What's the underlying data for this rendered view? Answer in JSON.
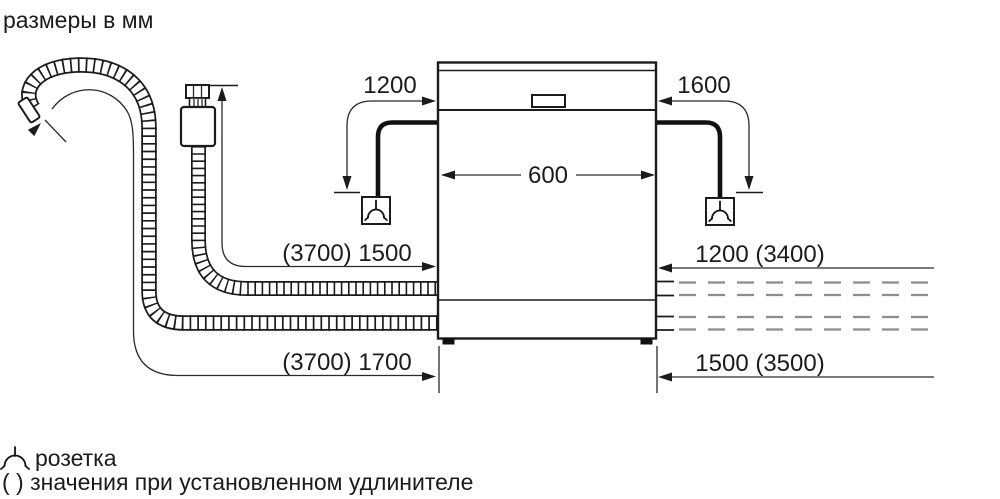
{
  "title": "размеры в мм",
  "labels": {
    "left_outlet_height": "1200",
    "right_outlet_height": "1600",
    "machine_width": "600",
    "supply_hose_left": "(3700) 1500",
    "drain_hose_left": "(3700) 1700",
    "supply_hose_right": "1200 (3400)",
    "drain_hose_right": "1500 (3500)"
  },
  "legend": {
    "socket_label": "розетка",
    "parentheses_note": "( ) значения при установленном удлинителе"
  },
  "colors": {
    "line": "#1b1b1b",
    "dashed_hose": "#8c8c8c",
    "background": "#ffffff"
  }
}
